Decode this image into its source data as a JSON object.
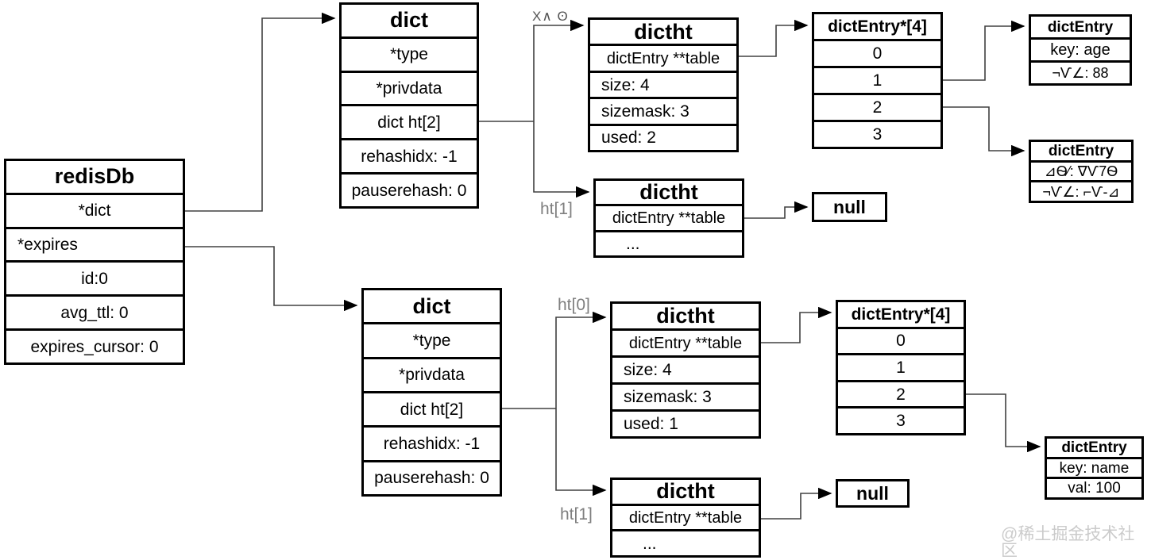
{
  "colors": {
    "background": "#ffffff",
    "box_border": "#000000",
    "text": "#000000",
    "connector": "#404040",
    "label_gray": "#7f7f7f",
    "watermark_gray": "#cbcbcb"
  },
  "watermark": "@稀土掘金技术社区",
  "labels": {
    "ht0_top": "X∧ ʘ",
    "ht1_top": "ht[1]",
    "ht0_bottom": "ht[0]",
    "ht1_bottom": "ht[1]"
  },
  "redisdb": {
    "title": "redisDb",
    "rows": [
      "*dict",
      "*expires",
      "id:0",
      "avg_ttl: 0",
      "expires_cursor: 0"
    ]
  },
  "dict_top": {
    "title": "dict",
    "rows": [
      "*type",
      "*privdata",
      "dict ht[2]",
      "rehashidx: -1",
      "pauserehash: 0"
    ]
  },
  "dict_bottom": {
    "title": "dict",
    "rows": [
      "*type",
      "*privdata",
      "dict ht[2]",
      "rehashidx: -1",
      "pauserehash: 0"
    ]
  },
  "dictht_top0": {
    "title": "dictht",
    "table_row": "dictEntry **table",
    "rows": [
      "size: 4",
      "sizemask: 3",
      "used: 2"
    ]
  },
  "dictht_top1": {
    "title": "dictht",
    "table_row": "dictEntry **table",
    "dots": "..."
  },
  "dictht_bottom0": {
    "title": "dictht",
    "table_row": "dictEntry **table",
    "rows": [
      "size: 4",
      "sizemask: 3",
      "used: 1"
    ]
  },
  "dictht_bottom1": {
    "title": "dictht",
    "table_row": "dictEntry **table",
    "dots": "..."
  },
  "entry_array_top": {
    "title": "dictEntry*[4]",
    "slots": [
      "0",
      "1",
      "2",
      "3"
    ]
  },
  "entry_array_bottom": {
    "title": "dictEntry*[4]",
    "slots": [
      "0",
      "1",
      "2",
      "3"
    ]
  },
  "entry_age": {
    "title": "dictEntry",
    "rows": [
      "key: age",
      "¬Ѵ∠: 88"
    ]
  },
  "entry_garbled": {
    "title": "dictEntry",
    "rows": [
      "⊿Ѳ⁄: ∇Ѵ7Ѳ",
      "¬Ѵ∠: ⌐Ѵ-⊿"
    ]
  },
  "entry_name": {
    "title": "dictEntry",
    "rows": [
      "key: name",
      "val: 100"
    ]
  },
  "null_top": {
    "label": "null"
  },
  "null_bottom": {
    "label": "null"
  }
}
